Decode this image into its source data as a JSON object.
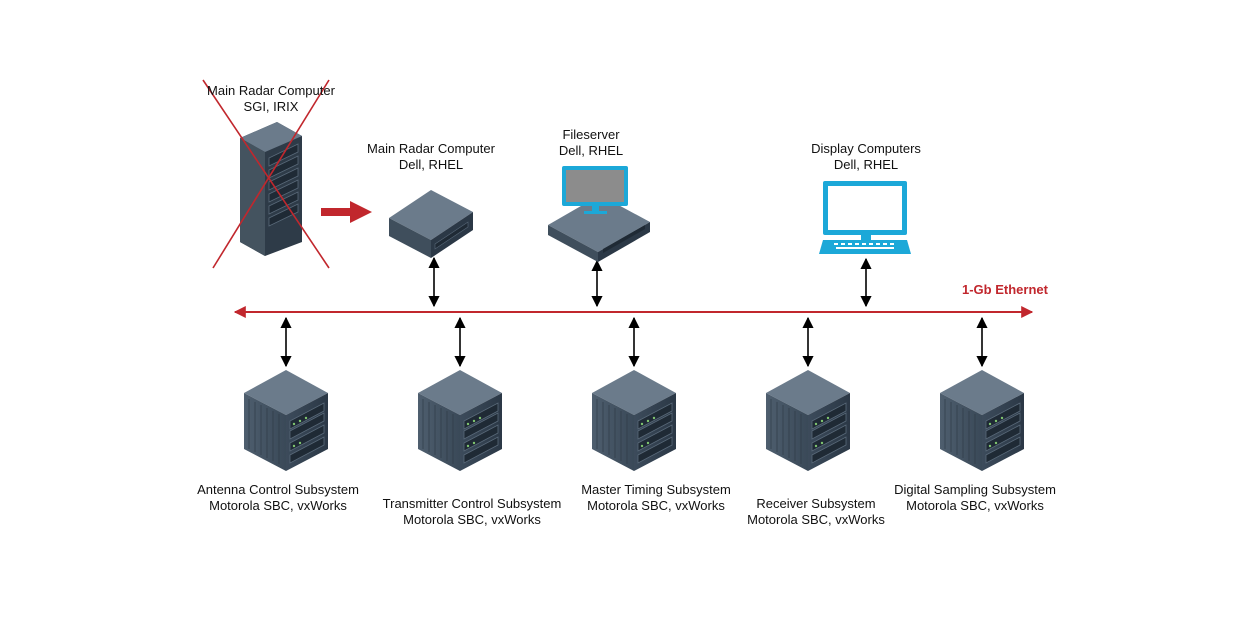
{
  "colors": {
    "network": "#c1272d",
    "connector": "#000000",
    "cross": "#c1272d",
    "display_blue": "#1ca8d8"
  },
  "network": {
    "label": "1-Gb Ethernet"
  },
  "top_nodes": {
    "old_main": {
      "title": "Main Radar Computer",
      "subtitle": "SGI, IRIX",
      "icon": "server-tower-icon",
      "status": "replaced"
    },
    "new_main": {
      "title": "Main Radar Computer",
      "subtitle": "Dell, RHEL",
      "icon": "server-box-icon"
    },
    "fileserver": {
      "title": "Fileserver",
      "subtitle": "Dell, RHEL",
      "icon": "fileserver-icon"
    },
    "display": {
      "title": "Display Computers",
      "subtitle": "Dell, RHEL",
      "icon": "laptop-icon"
    }
  },
  "subsystems": [
    {
      "title": "Antenna Control Subsystem",
      "subtitle": "Motorola SBC, vxWorks"
    },
    {
      "title": "Transmitter Control Subsystem",
      "subtitle": "Motorola SBC, vxWorks"
    },
    {
      "title": "Master Timing Subsystem",
      "subtitle": "Motorola SBC, vxWorks"
    },
    {
      "title": "Receiver Subsystem",
      "subtitle": "Motorola SBC, vxWorks"
    },
    {
      "title": "Digital Sampling Subsystem",
      "subtitle": "Motorola SBC, vxWorks"
    }
  ]
}
